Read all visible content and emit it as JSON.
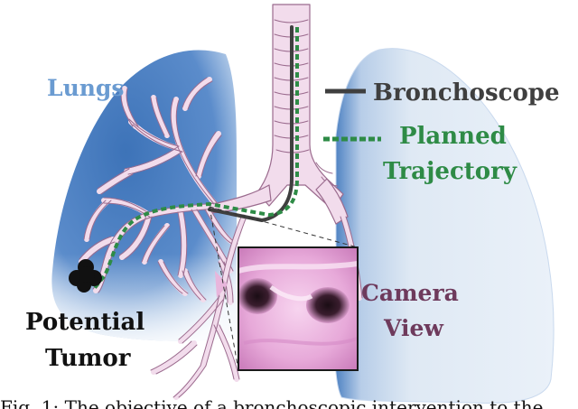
{
  "labels": {
    "lungs": "Lungs",
    "bronchoscope": "Bronchoscope",
    "planned_line1": "Planned",
    "planned_line2": "Trajectory",
    "camera_line1": "Camera",
    "camera_line2": "View",
    "tumor_line1": "Potential",
    "tumor_line2": "Tumor"
  },
  "caption": "Fig. 1: The objective of a bronchoscopic intervention to the",
  "colors": {
    "lung_left": "#4a7fc1",
    "lung_right": "#dfe9f4",
    "airway_fill": "#f2dcec",
    "airway_stroke": "#9b6b8e",
    "bronchoscope": "#3f3f3f",
    "planned_trajectory": "#2e8b46",
    "lungs_label": "#6a9bd1",
    "camera_label": "#6e3a5c",
    "tumor": "#111111",
    "camera_frame": "#1a1a1a"
  },
  "icons": {
    "tumor": "tumor-blob-icon",
    "bronchoscope_legend": "solid-line-icon",
    "trajectory_legend": "dashed-line-icon"
  }
}
